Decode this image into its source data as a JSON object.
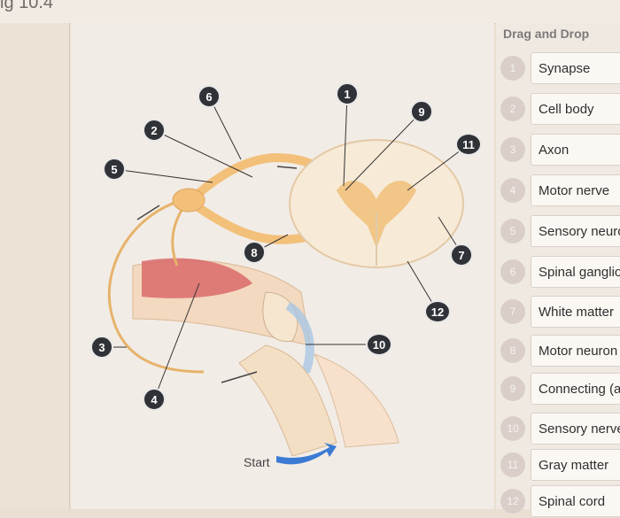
{
  "figure_title": "ig 10.4",
  "panel": {
    "header": "Drag and Drop",
    "items": [
      {
        "num": "1",
        "label": "Synapse"
      },
      {
        "num": "2",
        "label": "Cell body"
      },
      {
        "num": "3",
        "label": "Axon"
      },
      {
        "num": "4",
        "label": "Motor nerve"
      },
      {
        "num": "5",
        "label": "Sensory neuro"
      },
      {
        "num": "6",
        "label": "Spinal ganglion"
      },
      {
        "num": "7",
        "label": "White matter"
      },
      {
        "num": "8",
        "label": "Motor neuron"
      },
      {
        "num": "9",
        "label": "Connecting (as"
      },
      {
        "num": "10",
        "label": "Sensory nerve e"
      },
      {
        "num": "11",
        "label": "Gray matter"
      },
      {
        "num": "12",
        "label": "Spinal cord"
      }
    ]
  },
  "callouts": [
    "1",
    "2",
    "3",
    "4",
    "5",
    "6",
    "7",
    "8",
    "9",
    "10",
    "11",
    "12"
  ],
  "start_label": "Start",
  "colors": {
    "nerve": "#f3c07a",
    "muscle": "#d96a6a",
    "bone": "#f3dfc4",
    "cartilage": "#a9c7e3",
    "arrow": "#3b7bd4"
  }
}
